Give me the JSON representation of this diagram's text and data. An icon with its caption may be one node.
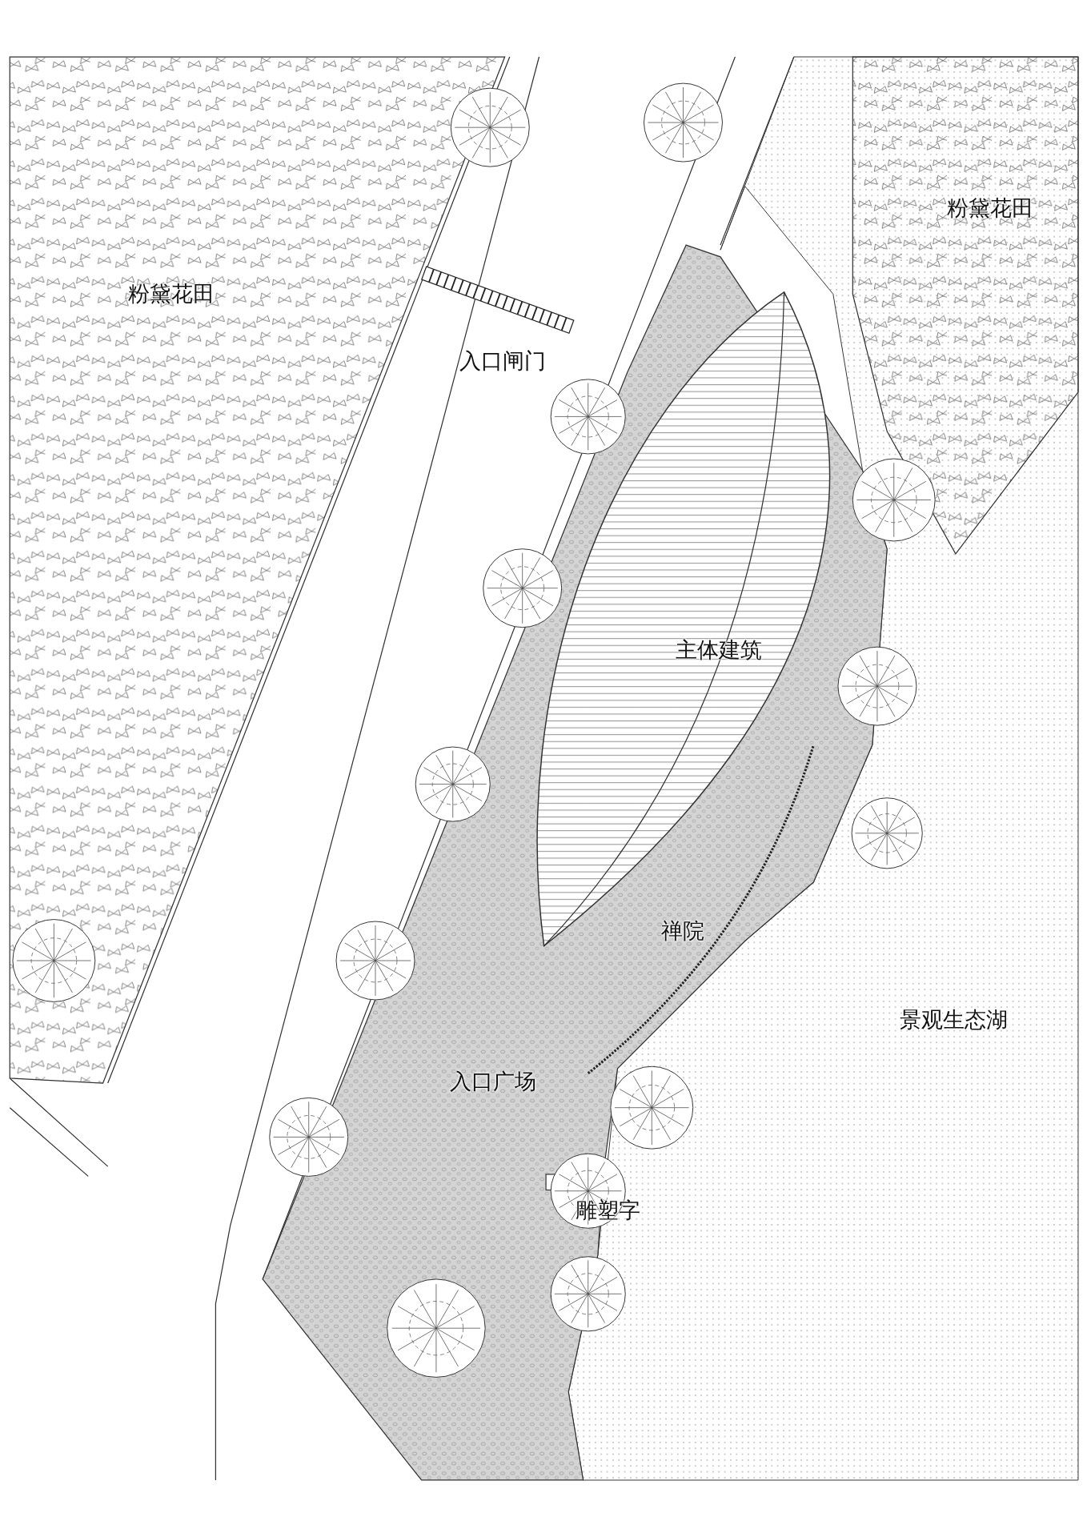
{
  "diagram": {
    "labels": [
      "粉黛花田",
      "粉黛花田",
      "入口闸门",
      "主体建筑",
      "禅院",
      "景观生态湖",
      "入口广场",
      "雕塑字"
    ]
  }
}
